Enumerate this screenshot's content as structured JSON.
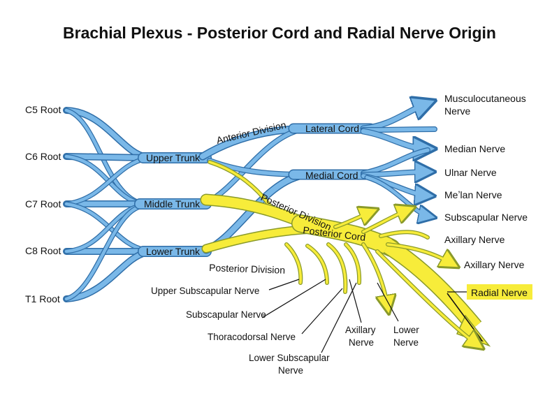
{
  "title": "Brachial Plexus - Posterior Cord and Radial Nerve Origin",
  "colors": {
    "blue_fill": "#7ab8e8",
    "blue_stroke": "#2f6ea8",
    "yellow_fill": "#f7ec3a",
    "yellow_stroke": "#8a9a2a",
    "text": "#111111"
  },
  "roots": [
    "C5 Root",
    "C6 Root",
    "C7 Root",
    "C8 Root",
    "T1 Root"
  ],
  "trunks": {
    "upper": "Upper Trunk",
    "middle": "Middle Trunk",
    "lower": "Lower Trunk"
  },
  "divisions": {
    "anterior": "Anterior Division",
    "posterior_upper": "Posterior Division",
    "posterior_lower": "Posterior Division"
  },
  "cords": {
    "lateral": "Lateral Cord",
    "medial": "Medial Cord",
    "posterior": "Posterior Cord"
  },
  "terminal_nerves": {
    "musculocutaneous_line1": "Musculocutaneous",
    "musculocutaneous_line2": "Nerve",
    "median": "Median Nerve",
    "ulnar": "Ulnar Nerve",
    "median_2": "Meʼlan Nerve",
    "subscapular": "Subscapular  Nerve",
    "axillary_1": "Axillary Nerve",
    "axillary_2": "Axillary Nerve",
    "radial": "Radial Nerve"
  },
  "branch_labels": {
    "upper_subscapular": "Upper Subscapular Nerve",
    "subscapular": "Subscapular Nerve",
    "thoracodorsal": "Thoracodorsal Nerve",
    "lower_subscapular_line1": "Lower Subscapular",
    "lower_subscapular_line2": "Nerve",
    "axillary_line1": "Axillary",
    "axillary_line2": "Nerve",
    "lower_line1": "Lower",
    "lower_line2": "Nerve"
  }
}
